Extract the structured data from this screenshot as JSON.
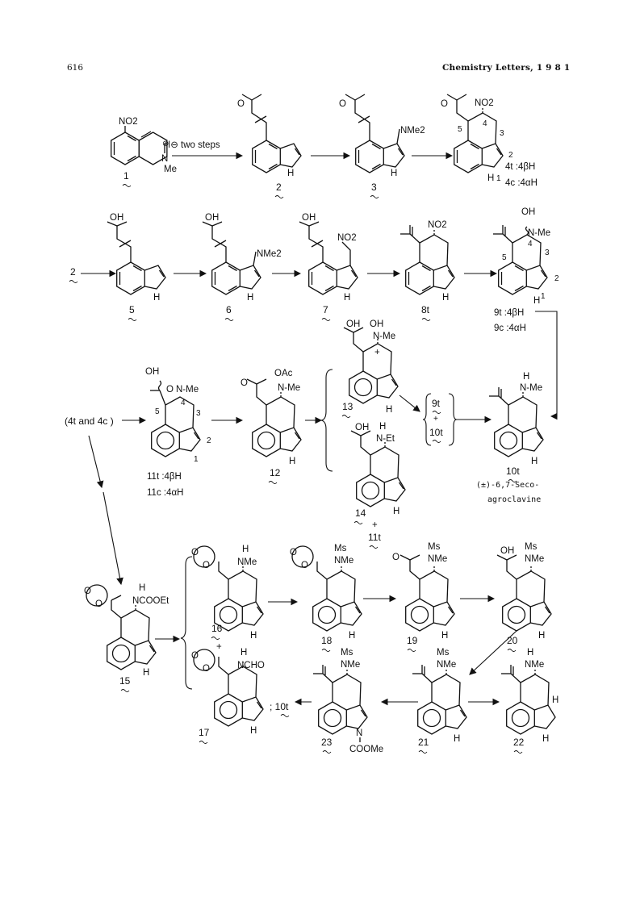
{
  "header": {
    "page_number": "616",
    "journal": "Chemistry  Letters,  1 9 8 1"
  },
  "scheme": {
    "row1": {
      "c1_no2": "NO2",
      "c1_nme": "N",
      "c1_me": "Me",
      "c1_plus": "⊕",
      "arrow_label": "I⊖ two steps",
      "c2_nh": "H",
      "c3_nme2": "NMe2",
      "c3_nh": "H",
      "c4_no2": "NO2",
      "c4_pos5": "5",
      "c4_pos4": "4",
      "c4_pos3": "3",
      "c4_pos2": "2",
      "c4_pos1": "1",
      "c4_nh": "H",
      "c4t_note": "4t :4βH",
      "c4c_note": "4c :4αH",
      "compounds": [
        "1",
        "2",
        "3"
      ]
    },
    "row2": {
      "start_label": "2",
      "c5_oh": "OH",
      "c5_nh": "H",
      "c6_oh": "OH",
      "c6_nme2": "NMe2",
      "c6_nh": "H",
      "c7_oh": "OH",
      "c7_no2": "NO2",
      "c7_nh": "H",
      "c8_no2": "NO2",
      "c8_nh": "H",
      "c9_oh": "OH",
      "c9_nme": "N-Me",
      "c9_pos5": "5",
      "c9_pos4": "4",
      "c9_pos3": "3",
      "c9_pos2": "2",
      "c9_pos1": "1",
      "c9_nh": "H",
      "c9t_note": "9t :4βH",
      "c9c_note": "9c :4αH",
      "compounds": [
        "5",
        "6",
        "7",
        "8t"
      ]
    },
    "row3": {
      "start_label": "(4t and 4c )",
      "c11_oh": "OH",
      "c11_nme": "N-Me",
      "c11_o": "O",
      "c11_pos5": "5",
      "c11_pos4": "4",
      "c11_pos3": "3",
      "c11_pos2": "2",
      "c11_pos1": "1",
      "c11t_note": "11t :4βH",
      "c11c_note": "11c :4αH",
      "c12_oac": "OAc",
      "c12_nme": "N-Me",
      "c12_nh": "H",
      "c13_oh": "OH",
      "c13_noh": "OH",
      "c13_nme": "N-Me",
      "c13_nh": "H",
      "c14_oh": "OH",
      "c14_h": "H",
      "c14_net": "N-Et",
      "c14_nh": "H",
      "plus1": "+",
      "plus2": "+",
      "plus3": "+",
      "mix_top": "9t",
      "mix_plus": "+",
      "mix_bottom": "10t",
      "c10_h": "H",
      "c10_nme": "N-Me",
      "c10_nh": "H",
      "c10_name_line1": "(±)-6,7-Seco-",
      "c10_name_line2": "agroclavine",
      "compounds": [
        "13",
        "14",
        "11t",
        "10t"
      ]
    },
    "row4": {
      "c15_h": "H",
      "c15_ncooet": "NCOOEt",
      "c15_nh": "H",
      "c16_h": "H",
      "c16_nme": "NMe",
      "c16_nh": "H",
      "c17_h": "H",
      "c17_ncho": "NCHO",
      "c17_nh": "H",
      "plus": "+",
      "c18_ms": "Ms",
      "c18_nme": "NMe",
      "c18_nh": "H",
      "c19_ms": "Ms",
      "c19_nme": "NMe",
      "c19_o": "O",
      "c19_nh": "H",
      "c20_oh": "OH",
      "c20_ms": "Ms",
      "c20_nme": "NMe",
      "c20_nh": "H",
      "c21_ms": "Ms",
      "c21_nme": "NMe",
      "c21_nh": "H",
      "c22_h": "H",
      "c22_nme": "NMe",
      "c22_ch": "H",
      "c22_nh": "H",
      "c23_ms": "Ms",
      "c23_nme": "NMe",
      "c23_n": "N",
      "c23_coome": "COOMe",
      "to_10t": "; 10t",
      "compounds": [
        "15",
        "16",
        "17",
        "18",
        "19",
        "20",
        "21",
        "22",
        "23"
      ]
    }
  }
}
